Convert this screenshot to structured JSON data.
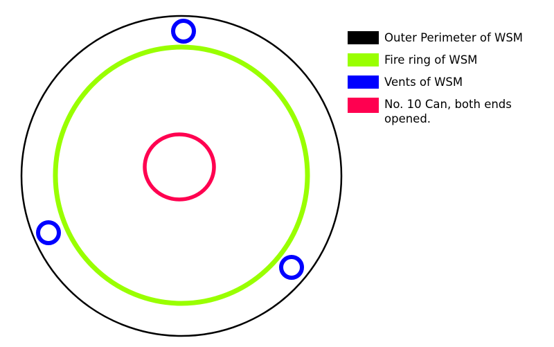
{
  "legend": [
    {
      "label": "Outer Perimeter of WSM",
      "color": "#000000"
    },
    {
      "label": "Fire ring of WSM",
      "color": "#99ff00"
    },
    {
      "label": "Vents of WSM",
      "color": "#0000ff"
    },
    {
      "label": "No. 10 Can, both ends opened.",
      "color": "#ff0050"
    }
  ]
}
